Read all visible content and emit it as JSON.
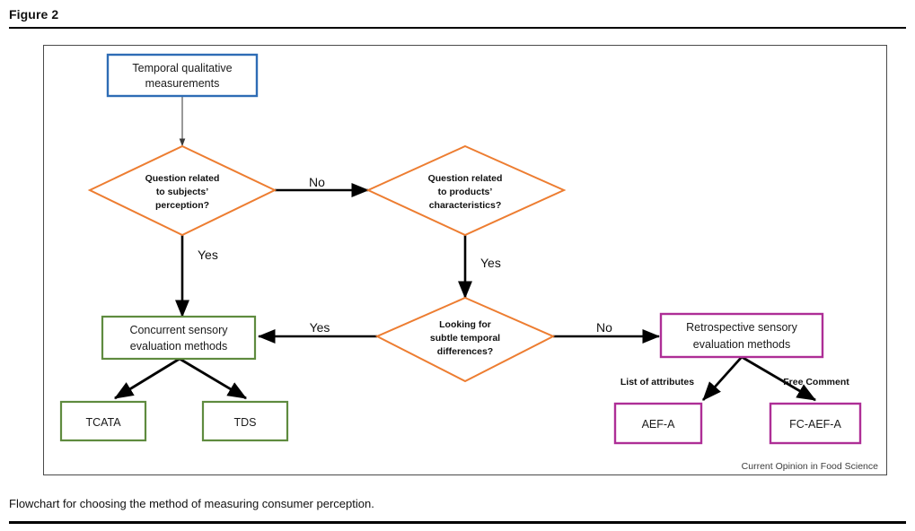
{
  "figure": {
    "title": "Figure 2",
    "caption": "Flowchart for choosing the method of measuring consumer perception.",
    "credit": "Current Opinion in Food Science"
  },
  "colors": {
    "blue": "#2E6CB5",
    "orange": "#ED7D31",
    "green": "#5F8B3F",
    "magenta": "#AE2E96",
    "arrow": "#000000",
    "frame": "#4a4a4a"
  },
  "nodes": {
    "start": {
      "label_line1": "Temporal qualitative",
      "label_line2": "measurements"
    },
    "decision1": {
      "label_line1": "Question related",
      "label_line2": "to subjects’",
      "label_line3": "perception?"
    },
    "decision2": {
      "label_line1": "Question related",
      "label_line2": "to products’",
      "label_line3": "characteristics?"
    },
    "decision3": {
      "label_line1": "Looking for",
      "label_line2": "subtle temporal",
      "label_line3": "differences?"
    },
    "concurrent": {
      "label_line1": "Concurrent sensory",
      "label_line2": "evaluation methods"
    },
    "retrospective": {
      "label_line1": "Retrospective sensory",
      "label_line2": "evaluation methods"
    },
    "tcata": {
      "label": "TCATA"
    },
    "tds": {
      "label": "TDS"
    },
    "aefa": {
      "label": "AEF-A"
    },
    "fcaefa": {
      "label": "FC-AEF-A"
    }
  },
  "edges": {
    "d1_no": "No",
    "d1_yes": "Yes",
    "d2_yes": "Yes",
    "d3_yes": "Yes",
    "d3_no": "No",
    "attributes": "List of attributes",
    "free_comment": "Free Comment"
  },
  "chart_data": {
    "type": "diagram",
    "title": "Flowchart for choosing the method of measuring consumer perception.",
    "nodes": [
      {
        "id": "start",
        "shape": "rect",
        "color": "#2E6CB5",
        "text": "Temporal qualitative measurements"
      },
      {
        "id": "decision1",
        "shape": "diamond",
        "color": "#ED7D31",
        "text": "Question related to subjects’ perception?"
      },
      {
        "id": "decision2",
        "shape": "diamond",
        "color": "#ED7D31",
        "text": "Question related to products’ characteristics?"
      },
      {
        "id": "decision3",
        "shape": "diamond",
        "color": "#ED7D31",
        "text": "Looking for subtle temporal differences?"
      },
      {
        "id": "concurrent",
        "shape": "rect",
        "color": "#5F8B3F",
        "text": "Concurrent sensory evaluation methods"
      },
      {
        "id": "retrospective",
        "shape": "rect",
        "color": "#AE2E96",
        "text": "Retrospective sensory evaluation methods"
      },
      {
        "id": "tcata",
        "shape": "rect",
        "color": "#5F8B3F",
        "text": "TCATA"
      },
      {
        "id": "tds",
        "shape": "rect",
        "color": "#5F8B3F",
        "text": "TDS"
      },
      {
        "id": "aefa",
        "shape": "rect",
        "color": "#AE2E96",
        "text": "AEF-A"
      },
      {
        "id": "fcaefa",
        "shape": "rect",
        "color": "#AE2E96",
        "text": "FC-AEF-A"
      }
    ],
    "edges": [
      {
        "from": "start",
        "to": "decision1",
        "label": ""
      },
      {
        "from": "decision1",
        "to": "decision2",
        "label": "No"
      },
      {
        "from": "decision1",
        "to": "concurrent",
        "label": "Yes"
      },
      {
        "from": "decision2",
        "to": "decision3",
        "label": "Yes"
      },
      {
        "from": "decision3",
        "to": "concurrent",
        "label": "Yes"
      },
      {
        "from": "decision3",
        "to": "retrospective",
        "label": "No"
      },
      {
        "from": "concurrent",
        "to": "tcata",
        "label": ""
      },
      {
        "from": "concurrent",
        "to": "tds",
        "label": ""
      },
      {
        "from": "retrospective",
        "to": "aefa",
        "label": "List of attributes"
      },
      {
        "from": "retrospective",
        "to": "fcaefa",
        "label": "Free Comment"
      }
    ]
  }
}
